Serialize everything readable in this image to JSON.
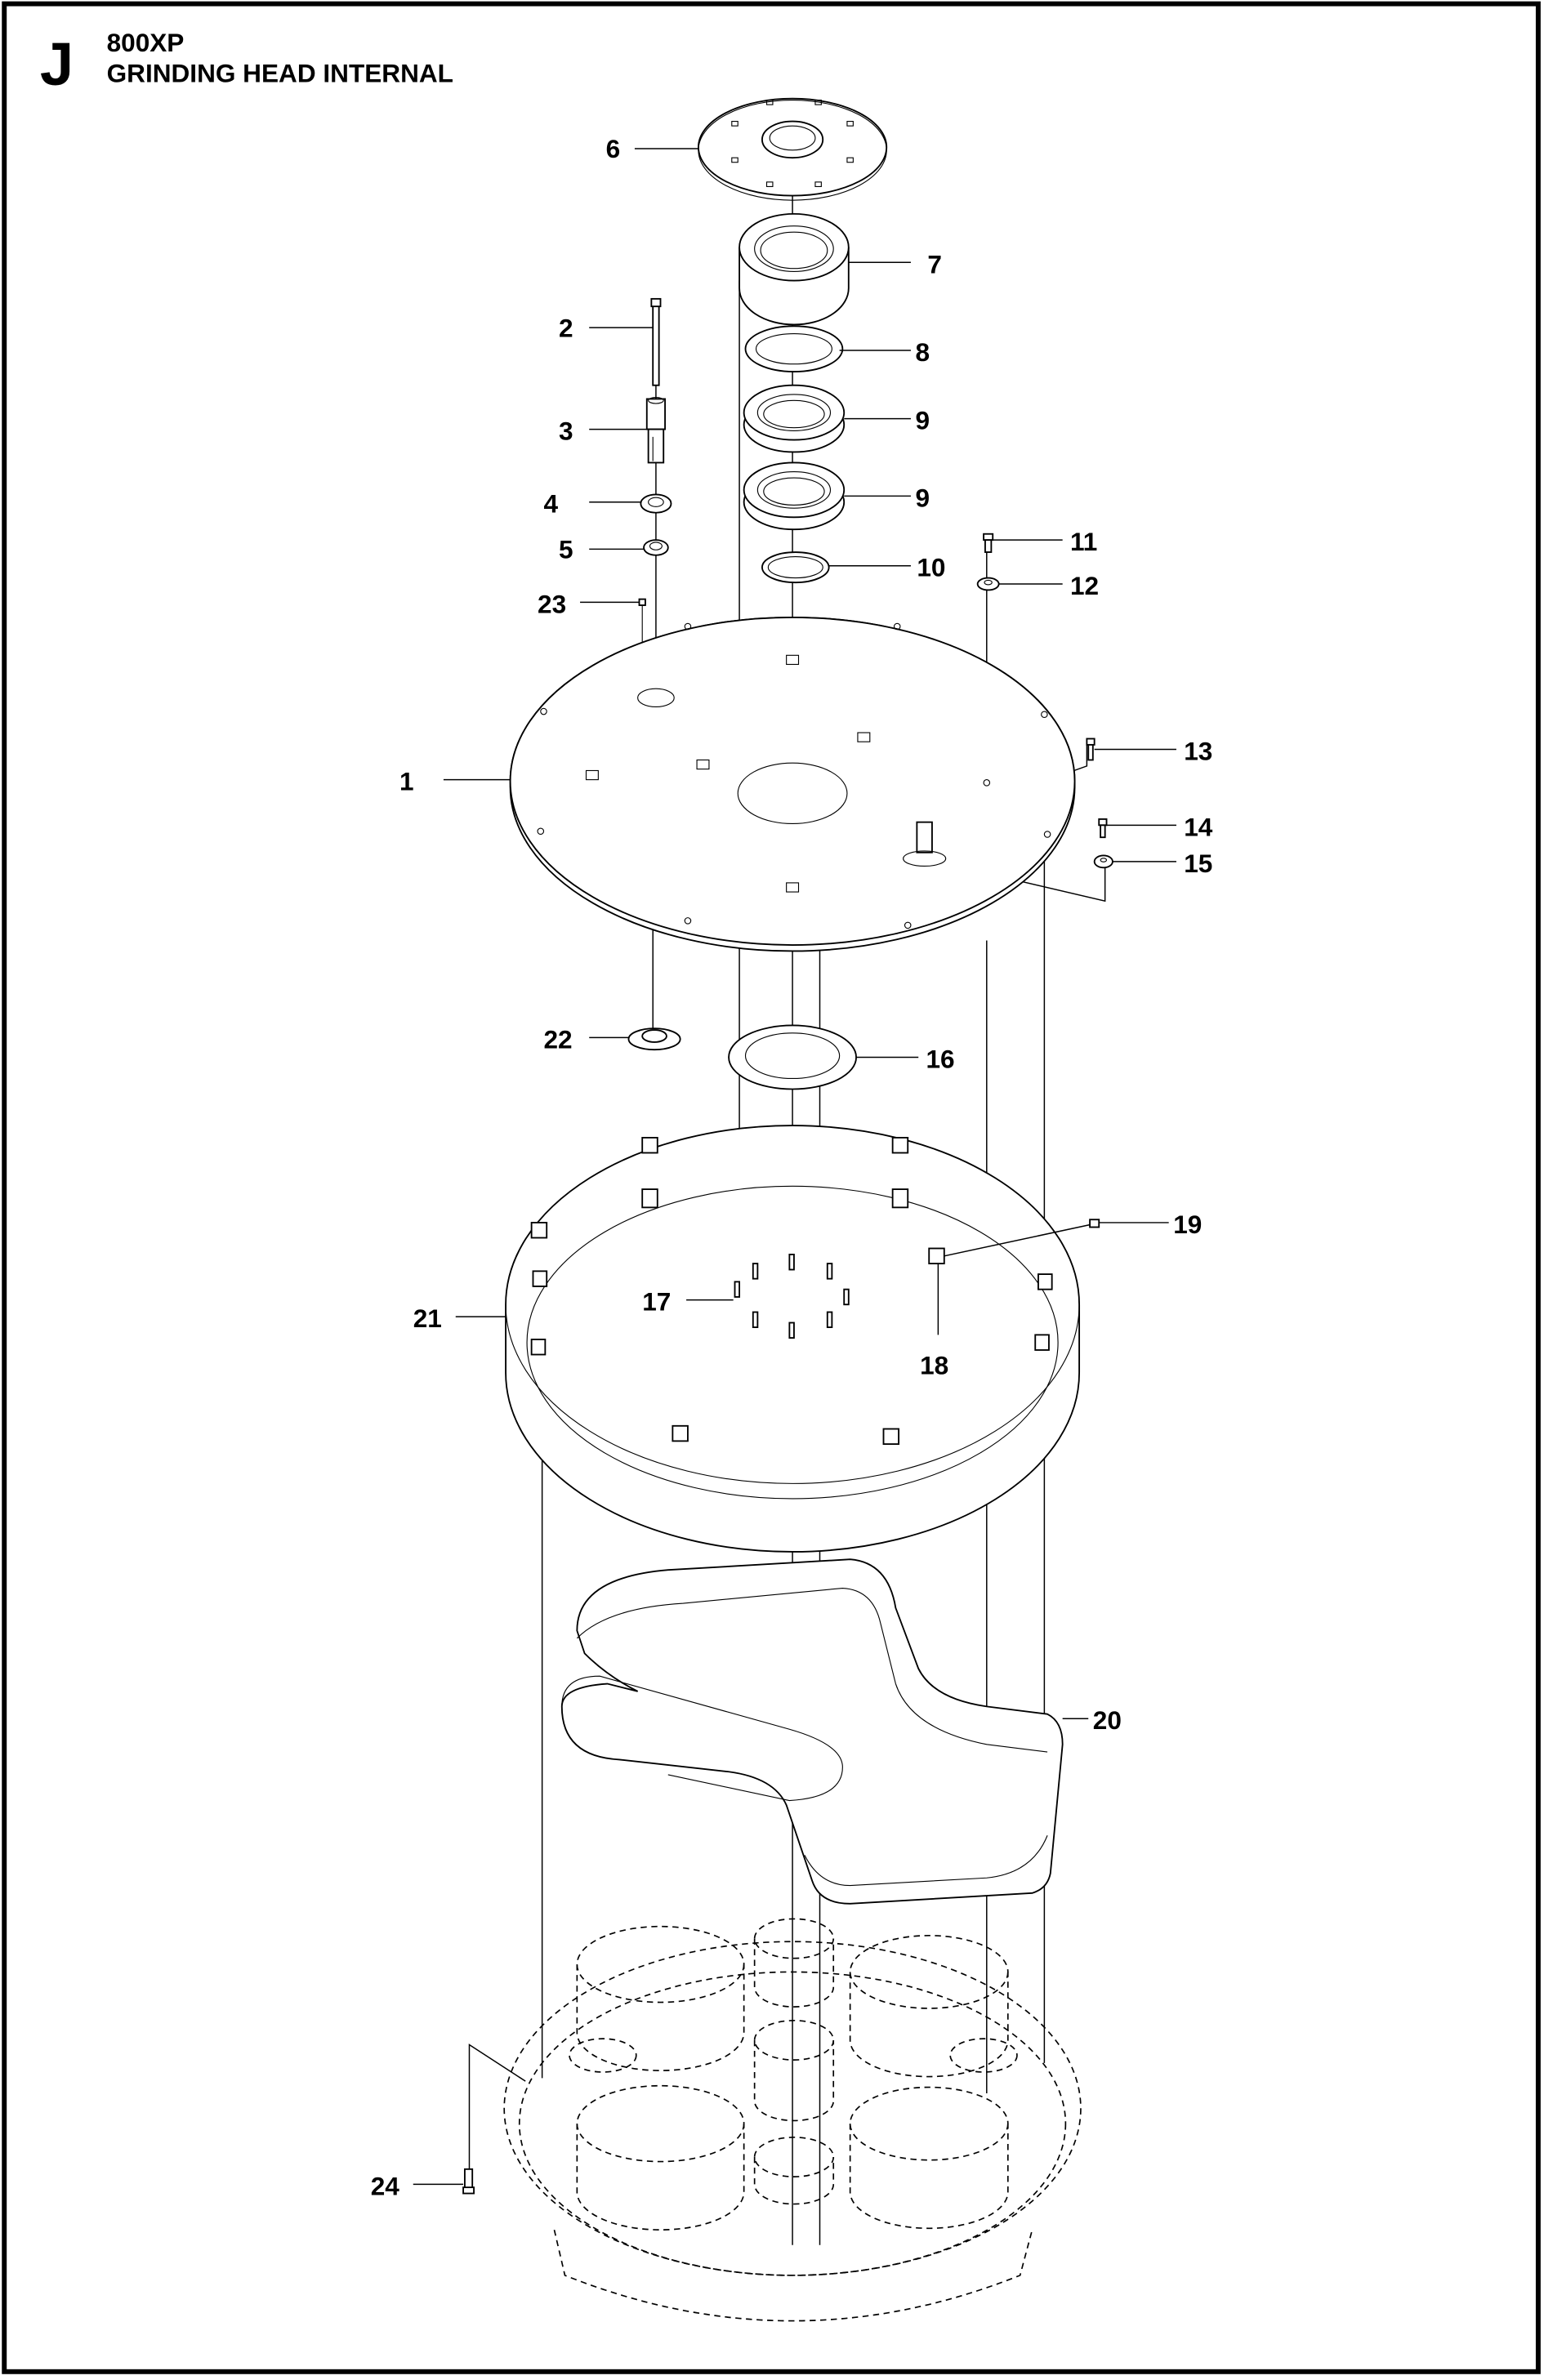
{
  "header": {
    "section_letter": "J",
    "model": "800XP",
    "title": "GRINDING HEAD INTERNAL"
  },
  "callouts": [
    {
      "id": "1",
      "text": "1"
    },
    {
      "id": "2",
      "text": "2"
    },
    {
      "id": "3",
      "text": "3"
    },
    {
      "id": "4",
      "text": "4"
    },
    {
      "id": "5",
      "text": "5"
    },
    {
      "id": "6",
      "text": "6"
    },
    {
      "id": "7",
      "text": "7"
    },
    {
      "id": "8",
      "text": "8"
    },
    {
      "id": "9a",
      "text": "9"
    },
    {
      "id": "9b",
      "text": "9"
    },
    {
      "id": "10",
      "text": "10"
    },
    {
      "id": "11",
      "text": "11"
    },
    {
      "id": "12",
      "text": "12"
    },
    {
      "id": "13",
      "text": "13"
    },
    {
      "id": "14",
      "text": "14"
    },
    {
      "id": "15",
      "text": "15"
    },
    {
      "id": "16",
      "text": "16"
    },
    {
      "id": "17",
      "text": "17"
    },
    {
      "id": "18",
      "text": "18"
    },
    {
      "id": "19",
      "text": "19"
    },
    {
      "id": "20",
      "text": "20"
    },
    {
      "id": "21",
      "text": "21"
    },
    {
      "id": "22",
      "text": "22"
    },
    {
      "id": "23",
      "text": "23"
    },
    {
      "id": "24",
      "text": "24"
    }
  ]
}
